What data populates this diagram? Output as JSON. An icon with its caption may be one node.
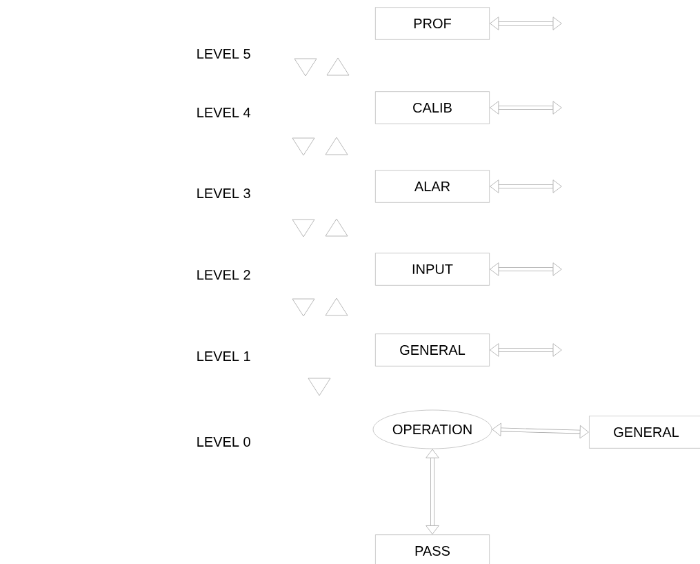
{
  "diagram": {
    "nodes": [
      {
        "text": [
          "PROF"
        ]
      },
      {
        "text": [
          "CALIB"
        ]
      },
      {
        "text": [
          "ALAR"
        ]
      },
      {
        "text": [
          "INPUT"
        ]
      },
      {
        "text": [
          "GENERAL"
        ]
      },
      {
        "text": [
          "OPERATION"
        ]
      },
      {
        "text": [
          "GENERAL"
        ]
      },
      {
        "text": [
          "PASS"
        ]
      }
    ],
    "edges": [
      {
        "from": 0,
        "to": null,
        "arrow": "both"
      },
      {
        "from": 1,
        "to": null,
        "arrow": "both"
      },
      {
        "from": 2,
        "to": null,
        "arrow": "both"
      },
      {
        "from": 3,
        "to": null,
        "arrow": "both"
      },
      {
        "from": 4,
        "to": null,
        "arrow": "both"
      },
      {
        "from": 5,
        "to": 6,
        "arrow": "both"
      },
      {
        "from": 5,
        "to": 7,
        "arrow": "both"
      }
    ],
    "labels": [
      "LEVEL 5",
      "LEVEL 4",
      "LEVEL 3",
      "LEVEL 2",
      "LEVEL 1",
      "LEVEL 0"
    ]
  }
}
